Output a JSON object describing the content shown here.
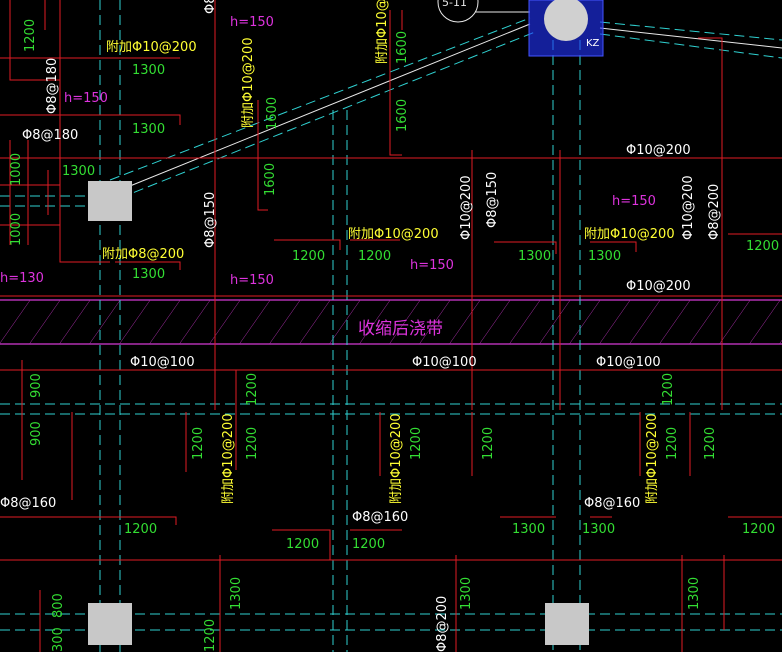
{
  "colors": {
    "background": "#000000",
    "rebar_red": "#e01b24",
    "dim_green": "#33dd33",
    "axis_cyan": "#2fd0d0",
    "label_yellow": "#ffff33",
    "label_white": "#ffffff",
    "label_magenta": "#dd33dd",
    "column_gray": "#c8c8c8",
    "hatch_magenta": "#b030b0",
    "highlight_blue": "#2233ff"
  },
  "labels": {
    "band": "收缩后浇带",
    "grid_tag": "5-11",
    "col_tag": "KZ",
    "h150_a": "h=150",
    "h150_b": "h=150",
    "h150_c": "h=150",
    "h150_d": "h=150",
    "h150_e": "h=150",
    "h130": "h=130",
    "r_p8_180_a": "Φ8@180",
    "r_p8_180_b": "Φ8@180",
    "r_p10_200_a": "Φ10@200",
    "r_p10_200_b": "Φ10@200",
    "r_p10_200_c": "Φ10@200",
    "r_p10_200_d": "Φ10@200",
    "r_p8_150_a": "Φ8@150",
    "r_p8_150_b": "Φ8@150",
    "r_p8_150_c": "Φ8@150",
    "r_p10_100_a": "Φ10@100",
    "r_p10_100_b": "Φ10@100",
    "r_p10_100_c": "Φ10@100",
    "r_p8_160_a": "Φ8@160",
    "r_p8_160_b": "Φ8@160",
    "r_p8_160_c": "Φ8@160",
    "r_p8_200_a": "Φ8@200",
    "r_p8_200_b": "Φ8@200",
    "y_n10_200_a": "附加Φ10@200",
    "y_n10_200_b": "附加Φ10@200",
    "y_n10_200_c": "附加Φ10@200",
    "y_n10_200_d": "附加Φ10@200",
    "y_n10_200_e": "附加Φ10@200",
    "y_n10_200_f": "附加Φ10@200",
    "y_n10_200_g": "附加Φ10@200",
    "y_n10_200_h": "附加Φ10@200",
    "y_n8_200": "附加Φ8@200",
    "d1200_a": "1200",
    "d1200_b": "1200",
    "d1200_c": "1200",
    "d1200_d": "1200",
    "d1200_e": "1200",
    "d1200_f": "1200",
    "d1200_g": "1200",
    "d1200_h": "1200",
    "d1200_i": "1200",
    "d1200_j": "1200",
    "d1200_k": "1200",
    "d1200_l": "1200",
    "d1200_m": "1200",
    "d1200_n": "1200",
    "d1200_o": "1200",
    "d1200_p": "1200",
    "d1200_q": "1200",
    "d1300_a": "1300",
    "d1300_b": "1300",
    "d1300_c": "1300",
    "d1300_d": "1300",
    "d1300_e": "1300",
    "d1300_f": "1300",
    "d1300_g": "1300",
    "d1300_h": "1300",
    "d1300_i": "1300",
    "d1300_j": "1300",
    "d1300_k": "1300",
    "d1600_a": "1600",
    "d1600_b": "1600",
    "d1600_c": "1600",
    "d1600_d": "1600",
    "d1000_a": "1000",
    "d1000_b": "1000",
    "d900_a": "900",
    "d900_b": "900",
    "d800": "800",
    "d300": "300"
  }
}
